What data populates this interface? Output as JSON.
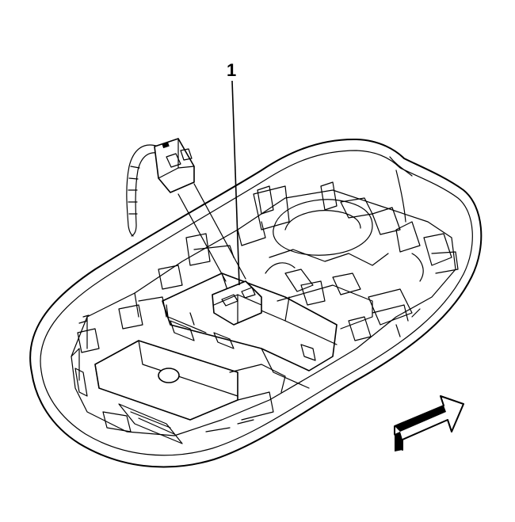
{
  "figure": {
    "callout_label": "1",
    "parts": {
      "housing": "overhead-console-housing",
      "connector": "electrical-connector",
      "harness": "wire-harness",
      "module": "electronic-module",
      "direction_arrow": "direction-arrow"
    }
  }
}
